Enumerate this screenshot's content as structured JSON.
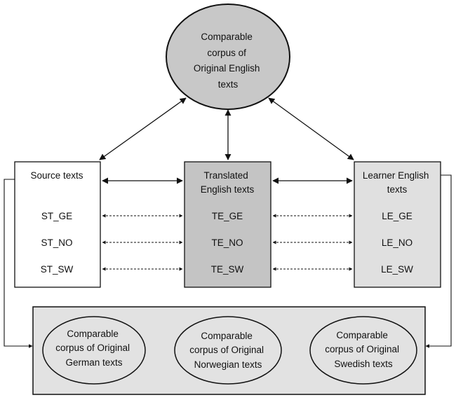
{
  "top": {
    "lines": [
      "Comparable",
      "corpus of",
      "Original English",
      "texts"
    ]
  },
  "source": {
    "title": [
      "Source texts"
    ],
    "items": [
      "ST_GE",
      "ST_NO",
      "ST_SW"
    ]
  },
  "translated": {
    "title": [
      "Translated",
      "English texts"
    ],
    "items": [
      "TE_GE",
      "TE_NO",
      "TE_SW"
    ]
  },
  "learner": {
    "title": [
      "Learner English",
      "texts"
    ],
    "items": [
      "LE_GE",
      "LE_NO",
      "LE_SW"
    ]
  },
  "bottom": {
    "german": [
      "Comparable",
      "corpus of Original",
      "German texts"
    ],
    "norwegian": [
      "Comparable",
      "corpus of Original",
      "Norwegian texts"
    ],
    "swedish": [
      "Comparable",
      "corpus of Original",
      "Swedish texts"
    ]
  },
  "colors": {
    "ellipse_top": "#c8c8c8",
    "translated_box": "#c4c4c4",
    "learner_box": "#e0e0e0",
    "bottom_box": "#e2e2e2",
    "stroke": "#111111"
  }
}
